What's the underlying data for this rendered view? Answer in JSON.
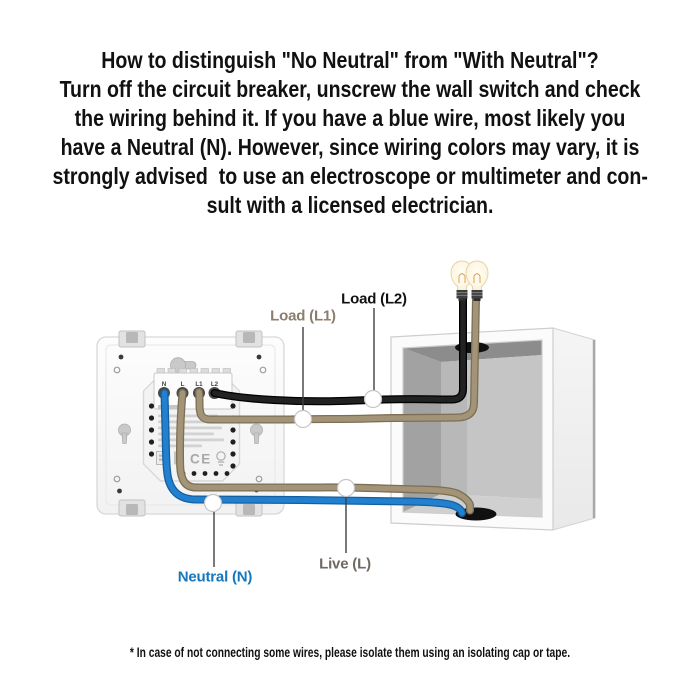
{
  "title": {
    "lines": [
      "How to distinguish \"No Neutral\" from \"With Neutral\"?",
      "Turn off the circuit breaker, unscrew the wall switch and check",
      "the wiring behind it. If you have a blue wire, most likely you",
      "have a Neutral (N). However, since wiring colors may vary, it is",
      "strongly advised  to use an electroscope or multimeter and con-",
      "sult with a licensed electrician."
    ]
  },
  "diagram": {
    "wire_labels": {
      "load_l1": {
        "text": "Load (L1)",
        "color": "#8a7e6c"
      },
      "load_l2": {
        "text": "Load (L2)",
        "color": "#111111"
      },
      "live": {
        "text": "Live (L)",
        "color": "#6f6961"
      },
      "neutral": {
        "text": "Neutral (N)",
        "color": "#1577be"
      }
    },
    "switch_back": {
      "terminals": [
        "N",
        "L",
        "L1",
        "L2"
      ],
      "ce_mark": "CE"
    },
    "wires": {
      "load_l2": {
        "name": "Load (L2)",
        "color": "#1c1c1c"
      },
      "load_l1": {
        "name": "Load (L1)",
        "color": "#a39478"
      },
      "live": {
        "name": "Live (L)",
        "color": "#a39478"
      },
      "neutral": {
        "name": "Neutral (N)",
        "color": "#2181d0"
      }
    }
  },
  "footnote": "* In case of not connecting some wires, please isolate them using an isolating cap or tape."
}
